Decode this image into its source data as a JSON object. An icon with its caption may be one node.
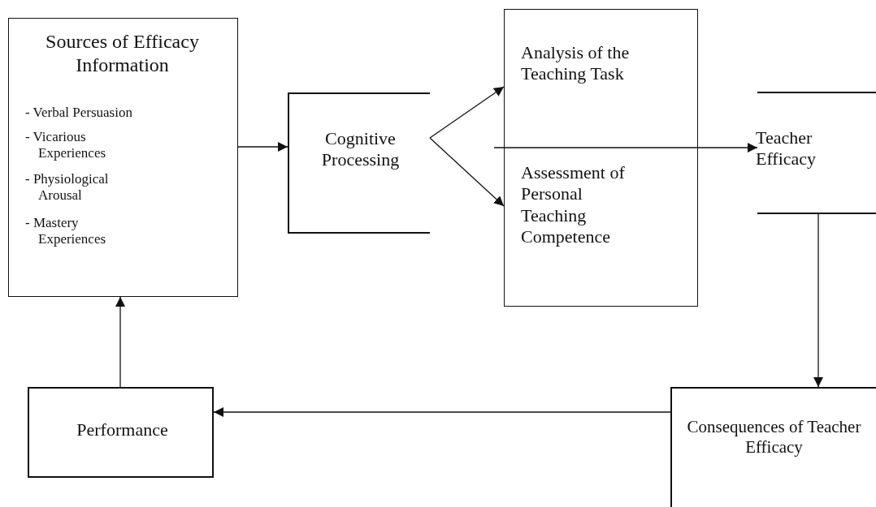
{
  "diagram": {
    "nodes": [
      {
        "text": [
          "Sources of Efficacy Information",
          "- Verbal Persuasion",
          "- Vicarious Experiences",
          "- Physiological Arousal",
          "- Mastery Experiences"
        ]
      },
      {
        "text": [
          "Cognitive Processing"
        ]
      },
      {
        "text": [],
        "shape": "box"
      },
      {
        "text": [
          "Analysis of the Teaching Task"
        ],
        "in": 2
      },
      {
        "text": [
          "Assessment of Personal Teaching Competence"
        ],
        "in": 2
      },
      {
        "text": [
          "Teacher Efficacy"
        ]
      },
      {
        "text": [
          "Consequences of Teacher Efficacy"
        ]
      },
      {
        "text": [
          "Performance"
        ]
      }
    ],
    "edges": [
      {
        "from": 0,
        "to": 1,
        "arrow": "to"
      },
      {
        "from": 1,
        "to": 3,
        "arrow": "to"
      },
      {
        "from": 1,
        "to": 4,
        "arrow": "to"
      },
      {
        "from": 2,
        "to": 5,
        "arrow": "to"
      },
      {
        "from": 5,
        "to": 6,
        "arrow": "to"
      },
      {
        "from": 6,
        "to": 7,
        "arrow": "to"
      },
      {
        "from": 7,
        "to": 0,
        "arrow": "to"
      }
    ]
  }
}
